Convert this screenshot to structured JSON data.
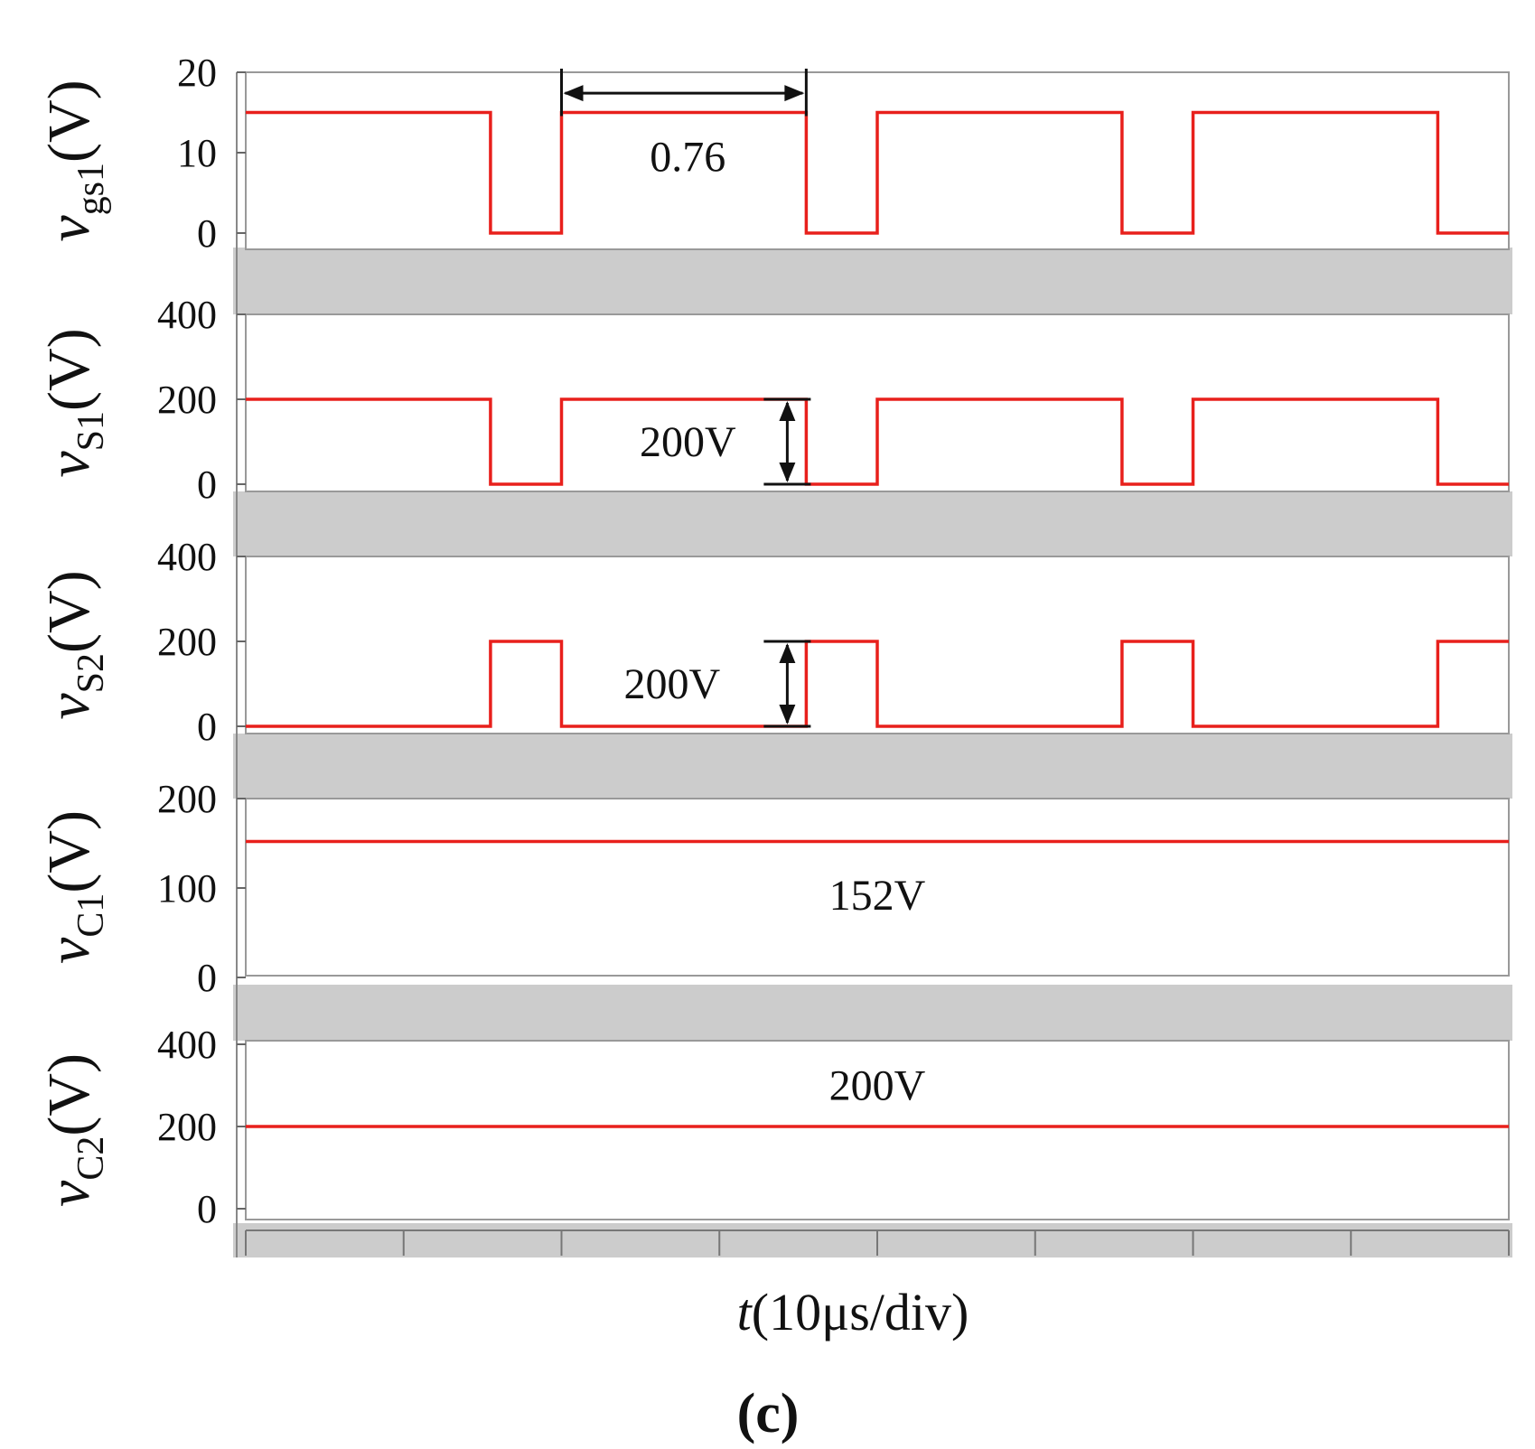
{
  "chart_data": [
    {
      "type": "line",
      "ylabel": {
        "main": "v",
        "sub": "gs1",
        "unit": "(V)"
      },
      "ylim": [
        0,
        20
      ],
      "yticks": [
        "0",
        "10",
        "20"
      ],
      "x": [
        0,
        15.5,
        15.5,
        20,
        20,
        35.5,
        35.5,
        40,
        40,
        55.5,
        55.5,
        60,
        60,
        75.5,
        75.5,
        80
      ],
      "y": [
        15,
        15,
        0,
        0,
        15,
        15,
        0,
        0,
        15,
        15,
        0,
        0,
        15,
        15,
        0,
        0
      ],
      "color": "#e8201c",
      "annotation": {
        "text": "0.76",
        "kind": "horizontal-arrow",
        "x_from": 20,
        "x_to": 35.5,
        "y": 17.4,
        "text_x": 28,
        "text_y": 9.5
      }
    },
    {
      "type": "line",
      "ylabel": {
        "main": "v",
        "sub": "S1",
        "unit": "(V)"
      },
      "ylim": [
        0,
        400
      ],
      "yticks": [
        "0",
        "200",
        "400"
      ],
      "x": [
        0,
        15.5,
        15.5,
        20,
        20,
        35.5,
        35.5,
        40,
        40,
        55.5,
        55.5,
        60,
        60,
        75.5,
        75.5,
        80
      ],
      "y": [
        200,
        200,
        0,
        0,
        200,
        200,
        0,
        0,
        200,
        200,
        0,
        0,
        200,
        200,
        0,
        0
      ],
      "color": "#e8201c",
      "annotation": {
        "text": "200V",
        "kind": "vertical-arrow",
        "x": 34.3,
        "y_from": 0,
        "y_to": 200,
        "text_x": 28,
        "text_y": 100
      }
    },
    {
      "type": "line",
      "ylabel": {
        "main": "v",
        "sub": "S2",
        "unit": "(V)"
      },
      "ylim": [
        0,
        400
      ],
      "yticks": [
        "0",
        "200",
        "400"
      ],
      "x": [
        0,
        15.5,
        15.5,
        20,
        20,
        35.5,
        35.5,
        40,
        40,
        55.5,
        55.5,
        60,
        60,
        75.5,
        75.5,
        80
      ],
      "y": [
        0,
        0,
        200,
        200,
        0,
        0,
        200,
        200,
        0,
        0,
        200,
        200,
        0,
        0,
        200,
        200
      ],
      "color": "#e8201c",
      "annotation": {
        "text": "200V",
        "kind": "vertical-arrow",
        "x": 34.3,
        "y_from": 0,
        "y_to": 200,
        "text_x": 27,
        "text_y": 100
      }
    },
    {
      "type": "line",
      "ylabel": {
        "main": "v",
        "sub": "C1",
        "unit": "(V)"
      },
      "ylim": [
        0,
        200
      ],
      "yticks": [
        "0",
        "100",
        "200"
      ],
      "x": [
        0,
        80
      ],
      "y": [
        152,
        152
      ],
      "color": "#e8201c",
      "annotation": {
        "text": "152V",
        "kind": "label",
        "text_x": 40,
        "text_y": 92
      }
    },
    {
      "type": "line",
      "ylabel": {
        "main": "v",
        "sub": "C2",
        "unit": "(V)"
      },
      "ylim": [
        0,
        400
      ],
      "yticks": [
        "0",
        "200",
        "400"
      ],
      "x": [
        0,
        80
      ],
      "y": [
        200,
        200
      ],
      "color": "#e8201c",
      "annotation": {
        "text": "200V",
        "kind": "label",
        "text_x": 40,
        "text_y": 300
      }
    }
  ],
  "x_axis": {
    "label": {
      "italic": "t",
      "rest": "(10μs/div)"
    },
    "xlim": [
      0,
      80
    ],
    "divisions": 8
  },
  "caption": "(c)",
  "colors": {
    "trace": "#e8201c",
    "gap": "#cccccc",
    "frame": "#999999"
  }
}
